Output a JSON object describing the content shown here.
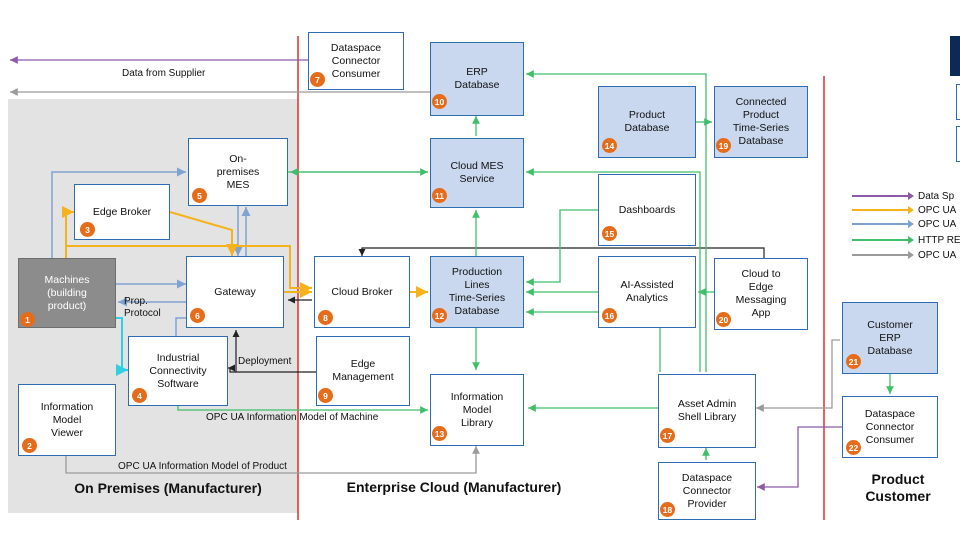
{
  "zones": {
    "on_premises": "On Premises (Manufacturer)",
    "enterprise_cloud": "Enterprise Cloud (Manufacturer)",
    "product_customer": "Product\nCustomer"
  },
  "boxes": [
    {
      "id": "machines",
      "num": "1",
      "label": "Machines\n(building\nproduct)"
    },
    {
      "id": "info-viewer",
      "num": "2",
      "label": "Information\nModel\nViewer"
    },
    {
      "id": "edge-broker",
      "num": "3",
      "label": "Edge Broker"
    },
    {
      "id": "ics",
      "num": "4",
      "label": "Industrial\nConnectivity\nSoftware"
    },
    {
      "id": "onprem-mes",
      "num": "5",
      "label": "On-\npremises\nMES"
    },
    {
      "id": "gateway",
      "num": "6",
      "label": "Gateway"
    },
    {
      "id": "dsc-consumer",
      "num": "7",
      "label": "Dataspace\nConnector\nConsumer"
    },
    {
      "id": "cloud-broker",
      "num": "8",
      "label": "Cloud Broker"
    },
    {
      "id": "edge-mgmt",
      "num": "9",
      "label": "Edge\nManagement"
    },
    {
      "id": "erp-db",
      "num": "10",
      "label": "ERP\nDatabase"
    },
    {
      "id": "cloud-mes",
      "num": "11",
      "label": "Cloud MES\nService"
    },
    {
      "id": "prod-lines",
      "num": "12",
      "label": "Production\nLines\nTime-Series\nDatabase"
    },
    {
      "id": "info-lib",
      "num": "13",
      "label": "Information\nModel\nLibrary"
    },
    {
      "id": "product-db",
      "num": "14",
      "label": "Product\nDatabase"
    },
    {
      "id": "dashboards",
      "num": "15",
      "label": "Dashboards"
    },
    {
      "id": "ai-analytics",
      "num": "16",
      "label": "AI-Assisted\nAnalytics"
    },
    {
      "id": "aas-lib",
      "num": "17",
      "label": "Asset Admin\nShell Library"
    },
    {
      "id": "dsc-provider",
      "num": "18",
      "label": "Dataspace\nConnector\nProvider"
    },
    {
      "id": "connected-ts",
      "num": "19",
      "label": "Connected\nProduct\nTime-Series\nDatabase"
    },
    {
      "id": "cloud-edge-app",
      "num": "20",
      "label": "Cloud to\nEdge\nMessaging\nApp"
    },
    {
      "id": "customer-erp",
      "num": "21",
      "label": "Customer\nERP\nDatabase"
    },
    {
      "id": "dsc-consumer-2",
      "num": "22",
      "label": "Dataspace\nConnector\nConsumer"
    }
  ],
  "labels": {
    "data_from_supplier": "Data from Supplier",
    "prop_protocol": "Prop.\nProtocol",
    "deployment": "Deployment",
    "opcua_machine": "OPC UA Information Model of Machine",
    "opcua_product": "OPC UA Information Model of Product"
  },
  "legend": [
    {
      "label": "Data Sp",
      "color": "#8e5aa8"
    },
    {
      "label": "OPC UA",
      "color": "#f5b21c"
    },
    {
      "label": "OPC UA",
      "color": "#7fa3d1"
    },
    {
      "label": "HTTP RE",
      "color": "#3fbf6a"
    },
    {
      "label": "OPC UA",
      "color": "#9a9a9a"
    }
  ],
  "colors": {
    "purple": "#8e5aa8",
    "orange": "#f5b21c",
    "blue": "#7fa3d1",
    "green": "#3fbf6a",
    "grey": "#9a9a9a",
    "cyan": "#2fd0e0",
    "black": "#222222",
    "red_divider": "#d93030"
  }
}
